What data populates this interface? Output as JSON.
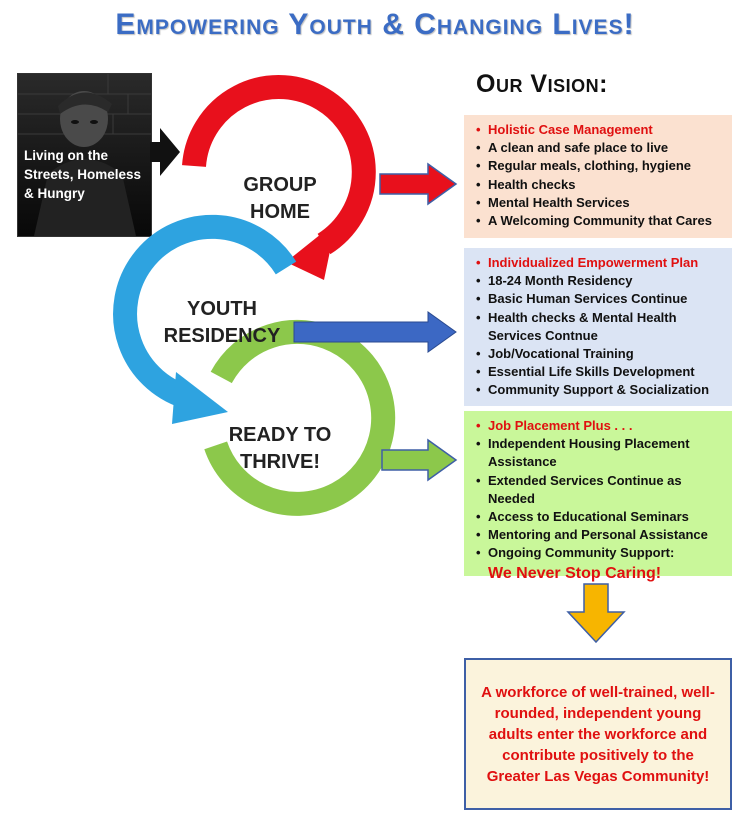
{
  "title": "Empowering Youth & Changing Lives!",
  "vision_title": "Our Vision:",
  "photo": {
    "label": "Living on the Streets, Homeless & Hungry"
  },
  "stages": [
    {
      "label_line1": "GROUP",
      "label_line2": "HOME",
      "color": "#e8101c"
    },
    {
      "label_line1": "YOUTH",
      "label_line2": "RESIDENCY",
      "color": "#2ea3e0"
    },
    {
      "label_line1": "READY TO",
      "label_line2": "THRIVE!",
      "color": "#8cc84b"
    }
  ],
  "boxes": [
    {
      "color": "#fbe1d0",
      "items": [
        "Holistic Case Management",
        "A clean and safe place to live",
        "Regular meals, clothing, hygiene",
        "Health checks",
        "Mental Health Services",
        "A Welcoming Community that Cares"
      ]
    },
    {
      "color": "#dbe4f4",
      "items": [
        "Individualized Empowerment Plan",
        "18-24 Month Residency",
        "Basic Human Services Continue",
        "Health checks & Mental Health Services Contnue",
        "Job/Vocational Training",
        "Essential Life Skills Development",
        "Community Support & Socialization"
      ]
    },
    {
      "color": "#c9f79a",
      "items": [
        "Job Placement Plus . . .",
        "Independent Housing Placement Assistance",
        "Extended Services Continue as Needed",
        "Access to Educational Seminars",
        "Mentoring and Personal Assistance",
        "Ongoing Community Support:"
      ],
      "closing": "We Never Stop Caring!"
    }
  ],
  "outcome": "A workforce of well-trained, well-rounded, independent young adults enter the workforce and contribute positively to the Greater Las Vegas Community!",
  "colors": {
    "title": "#3b6cc4",
    "highlight_red": "#e01010",
    "arrow_down": "#f7b500",
    "outcome_border": "#3e5fa6"
  }
}
